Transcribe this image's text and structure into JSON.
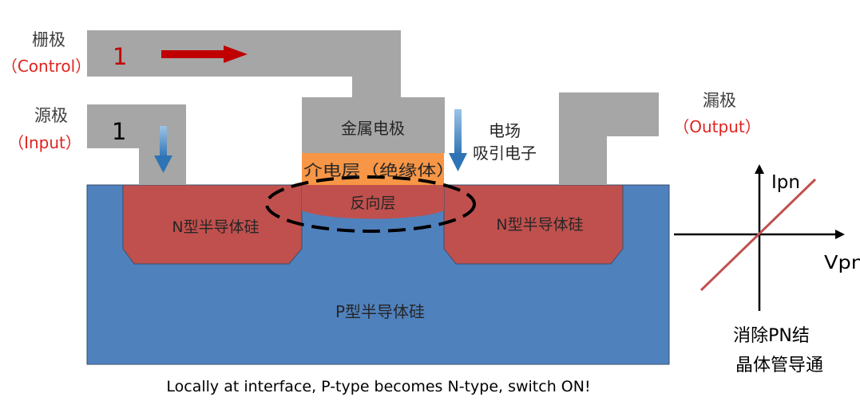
{
  "colors": {
    "metal": "#a6a6a6",
    "substrate": "#4f81bd",
    "n_region": "#c0504d",
    "dielectric": "#f79646",
    "red_arrow": "#c00000",
    "red_text": "#e0231e",
    "inversion": "#c0504d"
  },
  "gate": {
    "label": "栅极",
    "label_en": "（Control）",
    "value": "1"
  },
  "source": {
    "label": "源极",
    "label_en": "（Input）",
    "value": "1"
  },
  "drain": {
    "label": "漏极",
    "label_en": "（Output）"
  },
  "metal_electrode": {
    "label": "金属电极"
  },
  "dielectric_layer": {
    "label": "介电层（绝缘体）"
  },
  "inversion_layer": {
    "label": "反向层"
  },
  "field": {
    "line1": "电场",
    "line2": "吸引电子"
  },
  "n_left": {
    "label": "N型半导体硅"
  },
  "n_right": {
    "label": "N型半导体硅"
  },
  "p_substrate": {
    "label": "P型半导体硅"
  },
  "caption": "Locally at interface, P-type becomes N-type, switch ON!",
  "iv_plot": {
    "y_label": "Ipn",
    "x_label": "Vpn",
    "note_line1": "消除PN结",
    "note_line2": "晶体管导通"
  }
}
